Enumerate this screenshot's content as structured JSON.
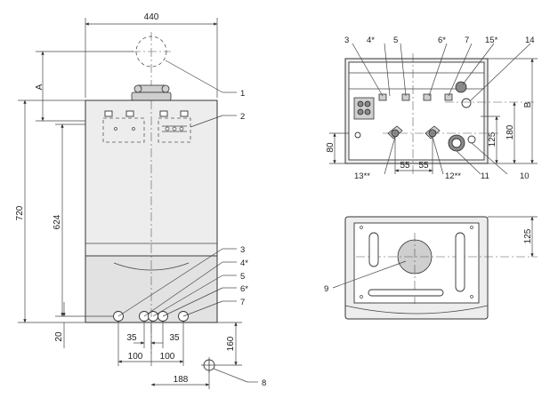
{
  "front_view": {
    "dim_width": "440",
    "dim_a": "A",
    "dim_height_total": "720",
    "dim_height_624": "624",
    "dim_bottom_20": "20",
    "dim_35_left": "35",
    "dim_35_right": "35",
    "dim_100_left": "100",
    "dim_100_right": "100",
    "dim_188": "188",
    "dim_160": "160",
    "callouts": [
      "1",
      "2",
      "3",
      "4*",
      "5",
      "6*",
      "7",
      "8"
    ]
  },
  "top_view": {
    "dim_b": "B",
    "dim_80": "80",
    "dim_125": "125",
    "dim_180": "180",
    "dim_55_left": "55",
    "dim_55_right": "55",
    "callouts_top": [
      "3",
      "4*",
      "5",
      "6*",
      "7",
      "15*",
      "14"
    ],
    "callouts_bottom": [
      "13**",
      "12**",
      "11",
      "10"
    ]
  },
  "rear_view": {
    "dim_125": "125",
    "callout_9": "9"
  }
}
